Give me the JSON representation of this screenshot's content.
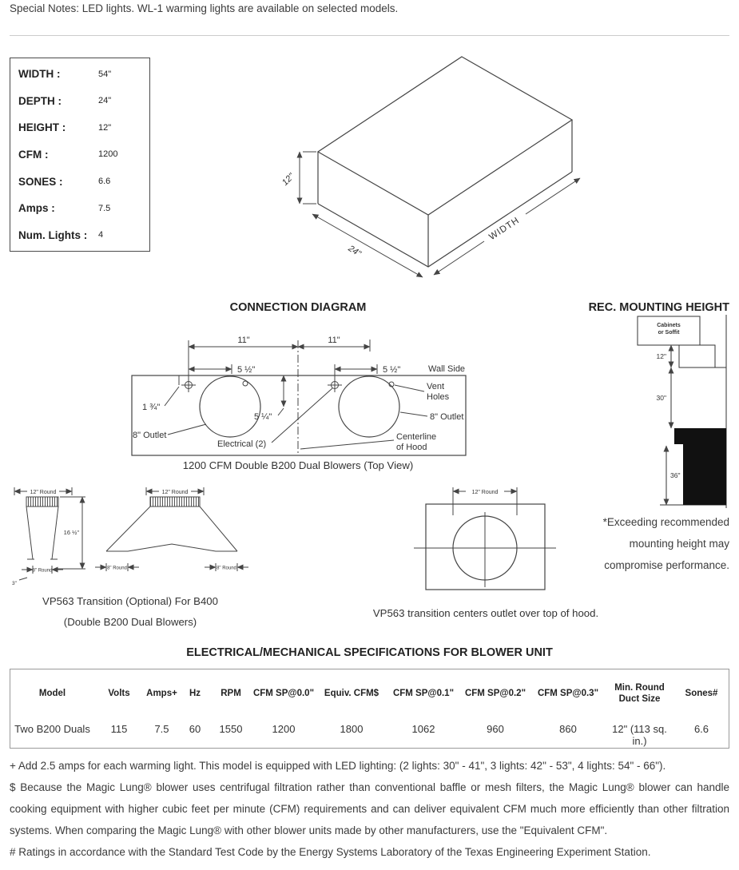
{
  "notes": {
    "special": "Special Notes: LED lights. WL-1 warming lights are available on selected models."
  },
  "spec_box": {
    "rows": [
      {
        "label": "WIDTH :",
        "value": "54\""
      },
      {
        "label": "DEPTH :",
        "value": "24\""
      },
      {
        "label": "HEIGHT :",
        "value": "12\""
      },
      {
        "label": "CFM :",
        "value": "1200"
      },
      {
        "label": "SONES :",
        "value": "6.6"
      },
      {
        "label": "Amps :",
        "value": "7.5"
      },
      {
        "label": "Num. Lights :",
        "value": "4"
      }
    ]
  },
  "iso": {
    "height_label": "12\"",
    "depth_label": "24\"",
    "width_label": "WIDTH"
  },
  "headings": {
    "connection": "CONNECTION DIAGRAM",
    "mounting": "REC. MOUNTING HEIGHT",
    "electrical": "ELECTRICAL/MECHANICAL SPECIFICATIONS FOR BLOWER UNIT"
  },
  "conn": {
    "dim11_left": "11\"",
    "dim11_right": "11\"",
    "dim55_left": "5 ½\"",
    "dim55_right": "5 ½\"",
    "dim134": "1 ¾\"",
    "dim514": "5 ¼\"",
    "wall_side": "Wall Side",
    "vent1": "Vent",
    "vent2": "Holes",
    "outlet_left": "8\" Outlet",
    "outlet_right": "8\" Outlet",
    "electrical": "Electrical (2)",
    "centerline1": "Centerline",
    "centerline2": "of Hood",
    "caption": "1200 CFM Double B200 Dual Blowers (Top View)"
  },
  "mount": {
    "cab1": "Cabinets",
    "cab2": "or Soffit",
    "d12": "12\"",
    "d30": "30\"",
    "d36": "36\"",
    "note": "*Exceeding recommended mounting height may compromise performance."
  },
  "trans": {
    "round12_a": "12\" Round",
    "round12_b": "12\" Round",
    "h16": "16 ½\"",
    "r8_a": "8\" Round",
    "r8_b": "8\" Round",
    "r8_c": "8\" Round",
    "d3": "3\"",
    "cap1": "VP563 Transition (Optional) For B400",
    "cap2": "(Double B200 Dual Blowers)"
  },
  "center": {
    "round12": "12\" Round",
    "caption": "VP563 transition centers outlet over top of hood."
  },
  "table": {
    "columns": [
      {
        "header": "Model",
        "value": "Two B200 Duals"
      },
      {
        "header": "Volts",
        "value": "115"
      },
      {
        "header": "Amps+",
        "value": "7.5"
      },
      {
        "header": "Hz",
        "value": "60"
      },
      {
        "header": "RPM",
        "value": "1550"
      },
      {
        "header": "CFM SP@0.0\"",
        "value": "1200"
      },
      {
        "header": "Equiv. CFM$",
        "value": "1800"
      },
      {
        "header": "CFM SP@0.1\"",
        "value": "1062"
      },
      {
        "header": "CFM SP@0.2\"",
        "value": "960"
      },
      {
        "header": "CFM SP@0.3\"",
        "value": "860"
      },
      {
        "header": "Min. Round Duct Size",
        "value": "12\" (113 sq. in.)"
      },
      {
        "header": "Sones#",
        "value": "6.6"
      }
    ]
  },
  "footnotes": {
    "plus": "+ Add 2.5 amps for each warming light. This model is equipped with LED lighting: (2 lights: 30\" - 41\", 3 lights: 42\" - 53\", 4 lights: 54\" - 66\").",
    "dollar": "$ Because the Magic Lung® blower uses centrifugal filtration rather than conventional baffle or mesh filters, the Magic Lung® blower can handle cooking equipment with higher cubic feet per minute (CFM) requirements and can deliver equivalent CFM much more efficiently than other filtration systems. When comparing the Magic Lung® with other blower units made by other manufacturers, use the \"Equivalent CFM\".",
    "hash": "# Ratings in accordance with the Standard Test Code by the Energy Systems Laboratory of the Texas Engineering Experiment Station."
  }
}
